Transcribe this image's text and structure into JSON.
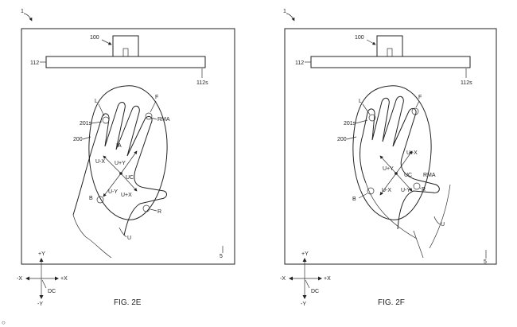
{
  "figures": [
    {
      "caption": "FIG. 2E",
      "labels": {
        "ref_1": "1",
        "ref_100": "100",
        "ref_112": "112",
        "ref_112s": "112s",
        "L": "L",
        "F": "F",
        "RMA": "RMA",
        "ref_201s": "201s",
        "ref_200": "200",
        "IA": "IA",
        "UmX": "U-X",
        "UpY": "U+Y",
        "UC": "UC",
        "B": "B",
        "UmY": "U-Y",
        "UpX": "U+X",
        "R": "R",
        "U": "U",
        "ref_5": "5",
        "pY": "+Y",
        "mX": "-X",
        "pX": "+X",
        "mY": "-Y",
        "DC": "DC"
      }
    },
    {
      "caption": "FIG. 2F",
      "labels": {
        "ref_1": "1",
        "ref_100": "100",
        "ref_112": "112",
        "ref_112s": "112s",
        "L": "L",
        "F": "F",
        "RMA": "RMA",
        "ref_201s": "201s",
        "ref_200": "200",
        "UpX": "U+X",
        "UpY": "U+Y",
        "UC": "UC",
        "UmX": "U-X",
        "UmY": "U-Y",
        "B": "B",
        "R": "R",
        "U": "U",
        "ref_5": "5",
        "pY": "+Y",
        "mX": "-X",
        "pX": "+X",
        "mY": "-Y",
        "DC": "DC"
      }
    }
  ],
  "corner_mark": "○"
}
